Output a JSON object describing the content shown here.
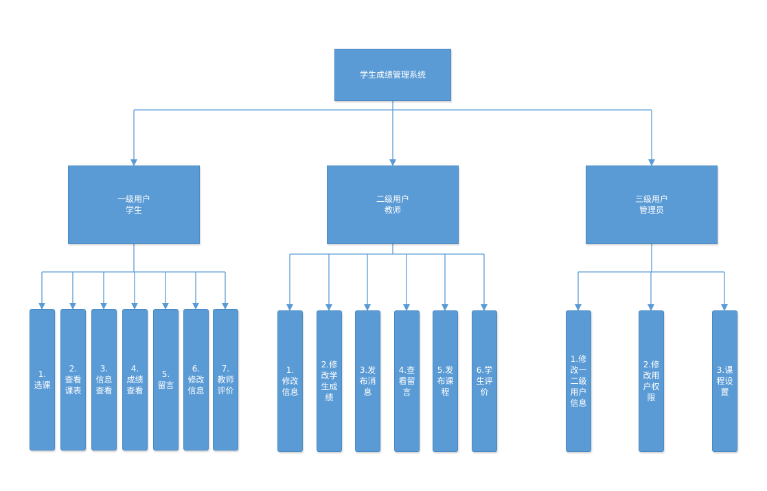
{
  "diagram": {
    "root": {
      "label": "学生成绩管理系统"
    },
    "levels": [
      {
        "id": "level1",
        "label": "一级用户\n学生",
        "children": [
          "1.\n选课",
          "2.\n查看课表",
          "3.\n信息查看",
          "4.\n成绩查看",
          "5.\n留言",
          "6.\n修改信息",
          "7.\n教师评价"
        ]
      },
      {
        "id": "level2",
        "label": "二级用户\n教师",
        "children": [
          "1.\n修改信息",
          "2.修改学生成绩",
          "3.发布消息",
          "4.查看留言",
          "5.发布课程",
          "6.学生评价"
        ]
      },
      {
        "id": "level3",
        "label": "三级用户\n管理员",
        "children": [
          "1.修改一二级用户信息",
          "2.修改用户权限",
          "3.课程设置"
        ]
      }
    ],
    "colors": {
      "node_fill": "#5b9bd5",
      "node_border": "#4a89c2",
      "connector": "#5b9bd5",
      "text": "#ffffff"
    }
  }
}
